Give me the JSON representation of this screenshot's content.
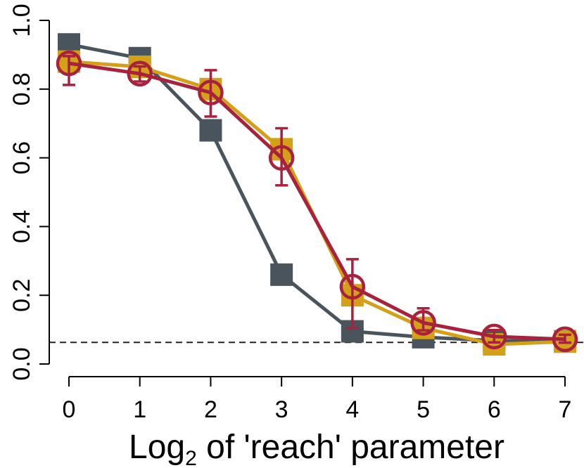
{
  "chart_data": {
    "type": "line",
    "xlabel": "Log",
    "xlabel_subscript": "2",
    "xlabel_rest": " of 'reach' parameter",
    "ylabel": "",
    "x": [
      0,
      1,
      2,
      3,
      4,
      5,
      6,
      7
    ],
    "xlim": [
      0,
      7
    ],
    "ylim": [
      0.0,
      1.0
    ],
    "x_ticks": [
      "0",
      "1",
      "2",
      "3",
      "4",
      "5",
      "6",
      "7"
    ],
    "y_ticks": [
      "0.0",
      "0.2",
      "0.4",
      "0.6",
      "0.8",
      "1.0"
    ],
    "y_tick_values": [
      0.0,
      0.2,
      0.4,
      0.6,
      0.8,
      1.0
    ],
    "reference_line": {
      "y": 0.063,
      "style": "dashed"
    },
    "grid": false,
    "series": [
      {
        "color": "#4a545c",
        "marker": "square",
        "values": [
          0.93,
          0.89,
          0.68,
          0.26,
          0.095,
          0.078,
          0.068,
          0.066
        ]
      },
      {
        "color": "#d4a017",
        "marker": "square",
        "values": [
          0.88,
          0.865,
          0.8,
          0.625,
          0.2,
          0.105,
          0.057,
          0.065
        ]
      },
      {
        "color": "#a8213d",
        "marker": "open-circle",
        "values": [
          0.875,
          0.845,
          0.79,
          0.6,
          0.225,
          0.12,
          0.08,
          0.072
        ],
        "error": [
          [
            0.812,
            0.896
          ],
          [
            0.822,
            0.866
          ],
          [
            0.72,
            0.855
          ],
          [
            0.52,
            0.686
          ],
          [
            0.105,
            0.305
          ],
          [
            0.098,
            0.162
          ],
          [
            0.063,
            0.099
          ],
          [
            0.062,
            0.085
          ]
        ]
      }
    ]
  }
}
